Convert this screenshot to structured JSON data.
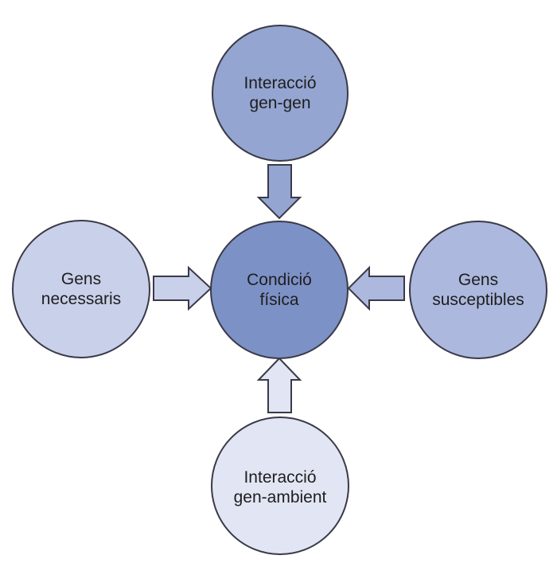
{
  "diagram": {
    "nodes": {
      "top": {
        "line1": "Interacció",
        "line2": "gen-gen",
        "color": "#94a5d1"
      },
      "left": {
        "line1": "Gens",
        "line2": "necessaris",
        "color": "#c9d0ea"
      },
      "center": {
        "line1": "Condició",
        "line2": "física",
        "color": "#7c91c6"
      },
      "right": {
        "line1": "Gens",
        "line2": "susceptibles",
        "color": "#acb8dd"
      },
      "bottom": {
        "line1": "Interacció",
        "line2": "gen-ambient",
        "color": "#e2e6f4"
      }
    },
    "colors": {
      "arrow_down": "#94a5d1",
      "arrow_right": "#c9d0ea",
      "arrow_left": "#acb8dd",
      "arrow_up": "#e2e6f4",
      "outline": "#3a3a48"
    }
  }
}
